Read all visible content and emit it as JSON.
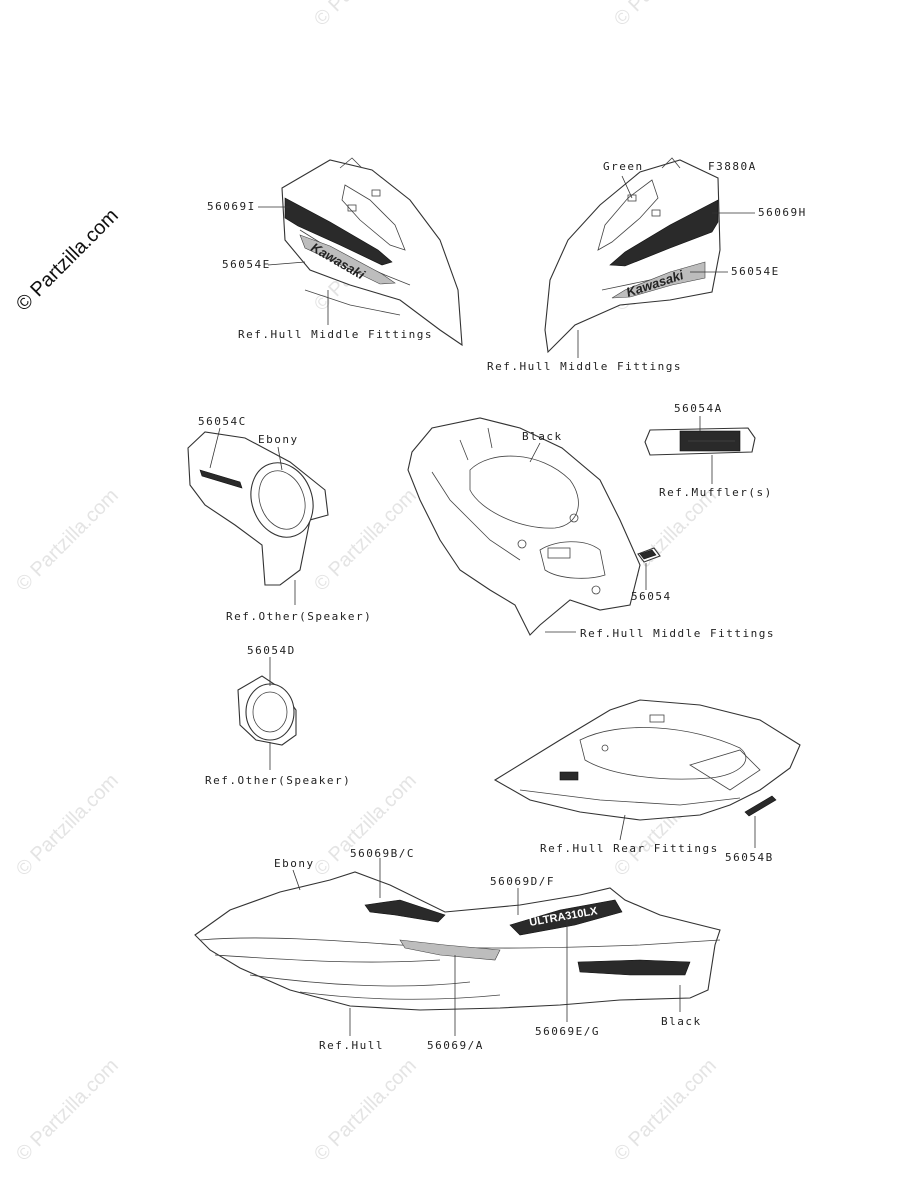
{
  "watermark": {
    "main": "© Partzilla.com",
    "repeat": "© Partzilla.com"
  },
  "figure_code": "F3880A",
  "labels": {
    "p56069I": "56069I",
    "p56054E_left": "56054E",
    "ref_hull_middle_left": "Ref.Hull Middle Fittings",
    "green": "Green",
    "p56069H": "56069H",
    "p56054E_right": "56054E",
    "ref_hull_middle_right": "Ref.Hull Middle Fittings",
    "p56054C": "56054C",
    "ebony_top": "Ebony",
    "ref_other_speaker_1": "Ref.Other(Speaker)",
    "black_top": "Black",
    "p56054": "56054",
    "ref_hull_middle_center": "Ref.Hull Middle Fittings",
    "p56054A": "56054A",
    "ref_muffler": "Ref.Muffler(s)",
    "p56054D": "56054D",
    "ref_other_speaker_2": "Ref.Other(Speaker)",
    "ref_hull_rear": "Ref.Hull Rear Fittings",
    "p56054B": "56054B",
    "ebony_bottom": "Ebony",
    "p56069BC": "56069B/C",
    "p56069DF": "56069D/F",
    "black_bottom": "Black",
    "ref_hull": "Ref.Hull",
    "p56069A": "56069/A",
    "p56069EG": "56069E/G"
  },
  "decal_text": {
    "kawasaki_left": "Kawasaki",
    "kawasaki_right": "Kawasaki",
    "model": "ULTRA310LX"
  },
  "icons": [
    "copyright-icon"
  ]
}
